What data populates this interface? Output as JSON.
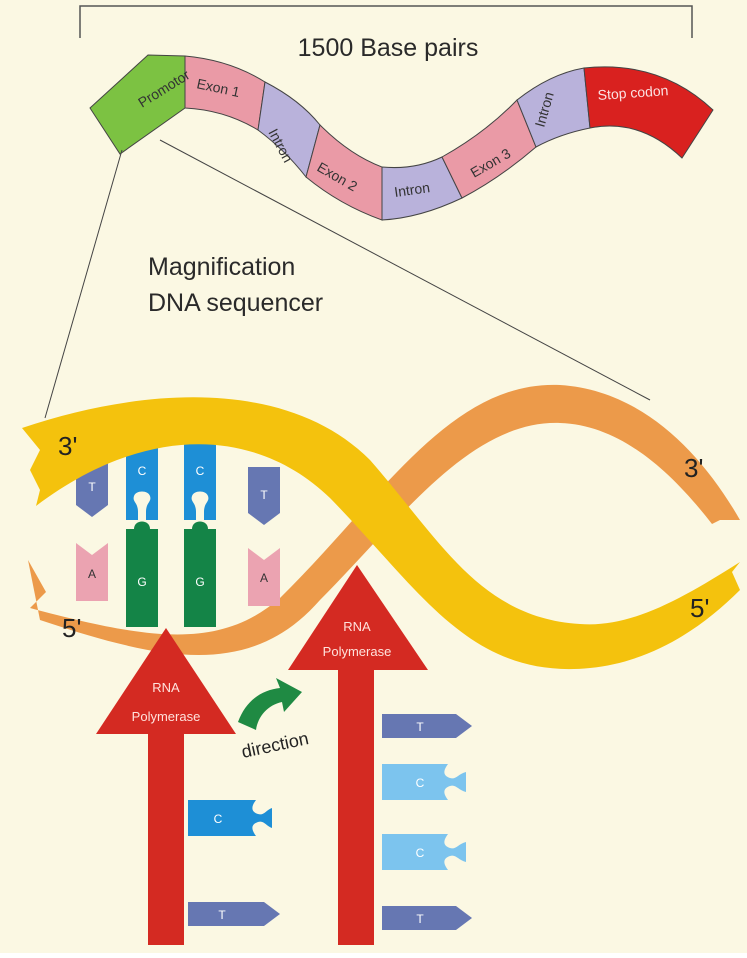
{
  "gene": {
    "length_label": "1500 Base pairs",
    "segments": [
      {
        "label": "Promotor",
        "color": "#7cc242"
      },
      {
        "label": "Exon  1",
        "color": "#ea9aa6"
      },
      {
        "label": "Intron",
        "color": "#b9b2db"
      },
      {
        "label": "Exon 2",
        "color": "#ea9aa6"
      },
      {
        "label": "Intron",
        "color": "#b9b2db"
      },
      {
        "label": "Exon 3",
        "color": "#ea9aa6"
      },
      {
        "label": "Intron",
        "color": "#b9b2db"
      },
      {
        "label": "Stop  codon",
        "color": "#d9211f"
      }
    ]
  },
  "magnification": {
    "line1": "Magnification",
    "line2": "DNA sequencer"
  },
  "strands": {
    "left_top": "3'",
    "left_bottom": "5'",
    "right_top": "3'",
    "right_bottom": "5'",
    "yellow": "#f4c20d",
    "orange": "#ec9a4a"
  },
  "base_pairs": [
    {
      "top": "T",
      "bottom": "A"
    },
    {
      "top": "C",
      "bottom": "G"
    },
    {
      "top": "C",
      "bottom": "G"
    },
    {
      "top": "T",
      "bottom": "A"
    }
  ],
  "polymerase": {
    "left_line1": "RNA",
    "left_line2": "Polymerase",
    "right_line1": "RNA",
    "right_line2": "Polymerase",
    "color": "#d42a22"
  },
  "direction_label": "direction",
  "nucleotides_left": [
    "C",
    "T"
  ],
  "nucleotides_right": [
    "T",
    "C",
    "C",
    "T"
  ],
  "colors": {
    "background": "#fbf8e3",
    "T": "#6677b2",
    "A": "#eba3b1",
    "C_dark": "#1e8fd6",
    "C_light": "#7cc4ee",
    "G": "#148447",
    "arrow_green": "#1f8a43"
  }
}
